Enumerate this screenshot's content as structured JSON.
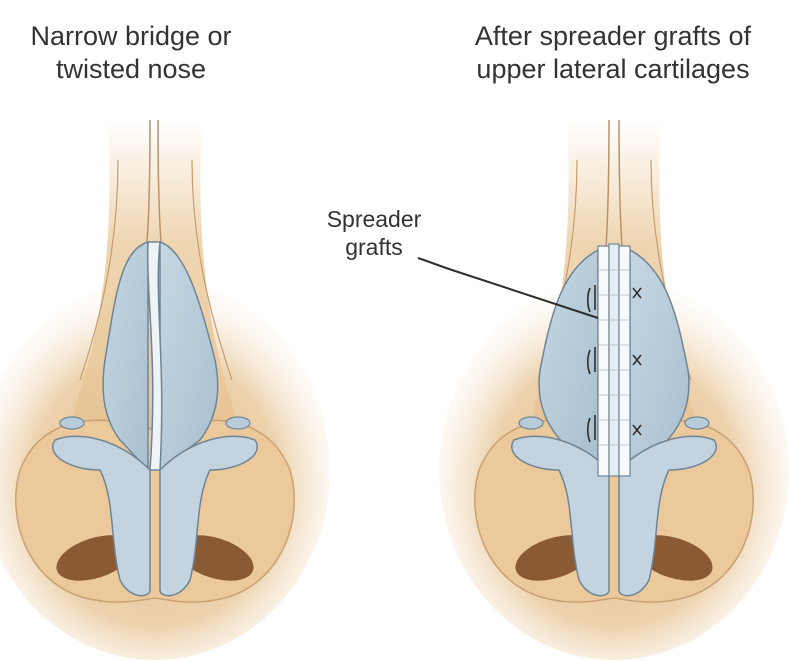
{
  "panels": {
    "left": {
      "title_lines": [
        "Narrow bridge or",
        "twisted nose"
      ]
    },
    "right": {
      "title_lines": [
        "After spreader grafts of",
        "upper lateral cartilages"
      ]
    }
  },
  "callout": {
    "lines": [
      "Spreader",
      "grafts"
    ]
  },
  "colors": {
    "skin": "#e9c79c",
    "skin_shadow": "#d9aa73",
    "cartilage": "#b7cbd9",
    "cartilage_light": "#dde8f0",
    "nostril": "#8a5a34",
    "outline": "#7a6a55"
  }
}
